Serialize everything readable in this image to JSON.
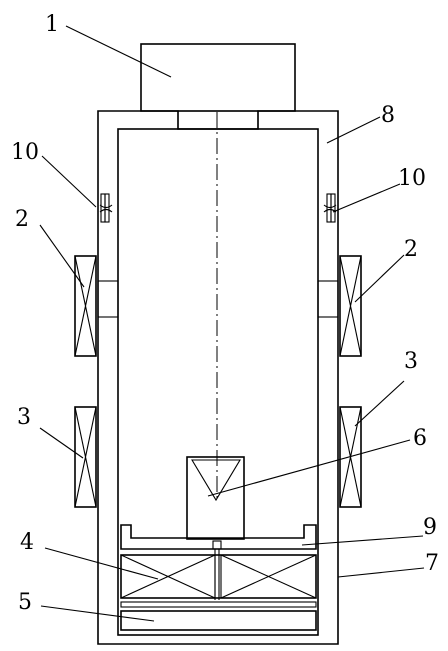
{
  "diagram": {
    "labels": {
      "l1": "1",
      "l2_left": "2",
      "l2_right": "2",
      "l3_left": "3",
      "l3_right": "3",
      "l4": "4",
      "l5": "5",
      "l6": "6",
      "l7": "7",
      "l8": "8",
      "l9": "9",
      "l10_left": "10",
      "l10_right": "10"
    },
    "colors": {
      "line": "#000000",
      "wall_stipple": "#dcdcdc",
      "dark_band": "#1a1a1a",
      "plate": "#5a5a5a",
      "background": "#ffffff"
    }
  }
}
